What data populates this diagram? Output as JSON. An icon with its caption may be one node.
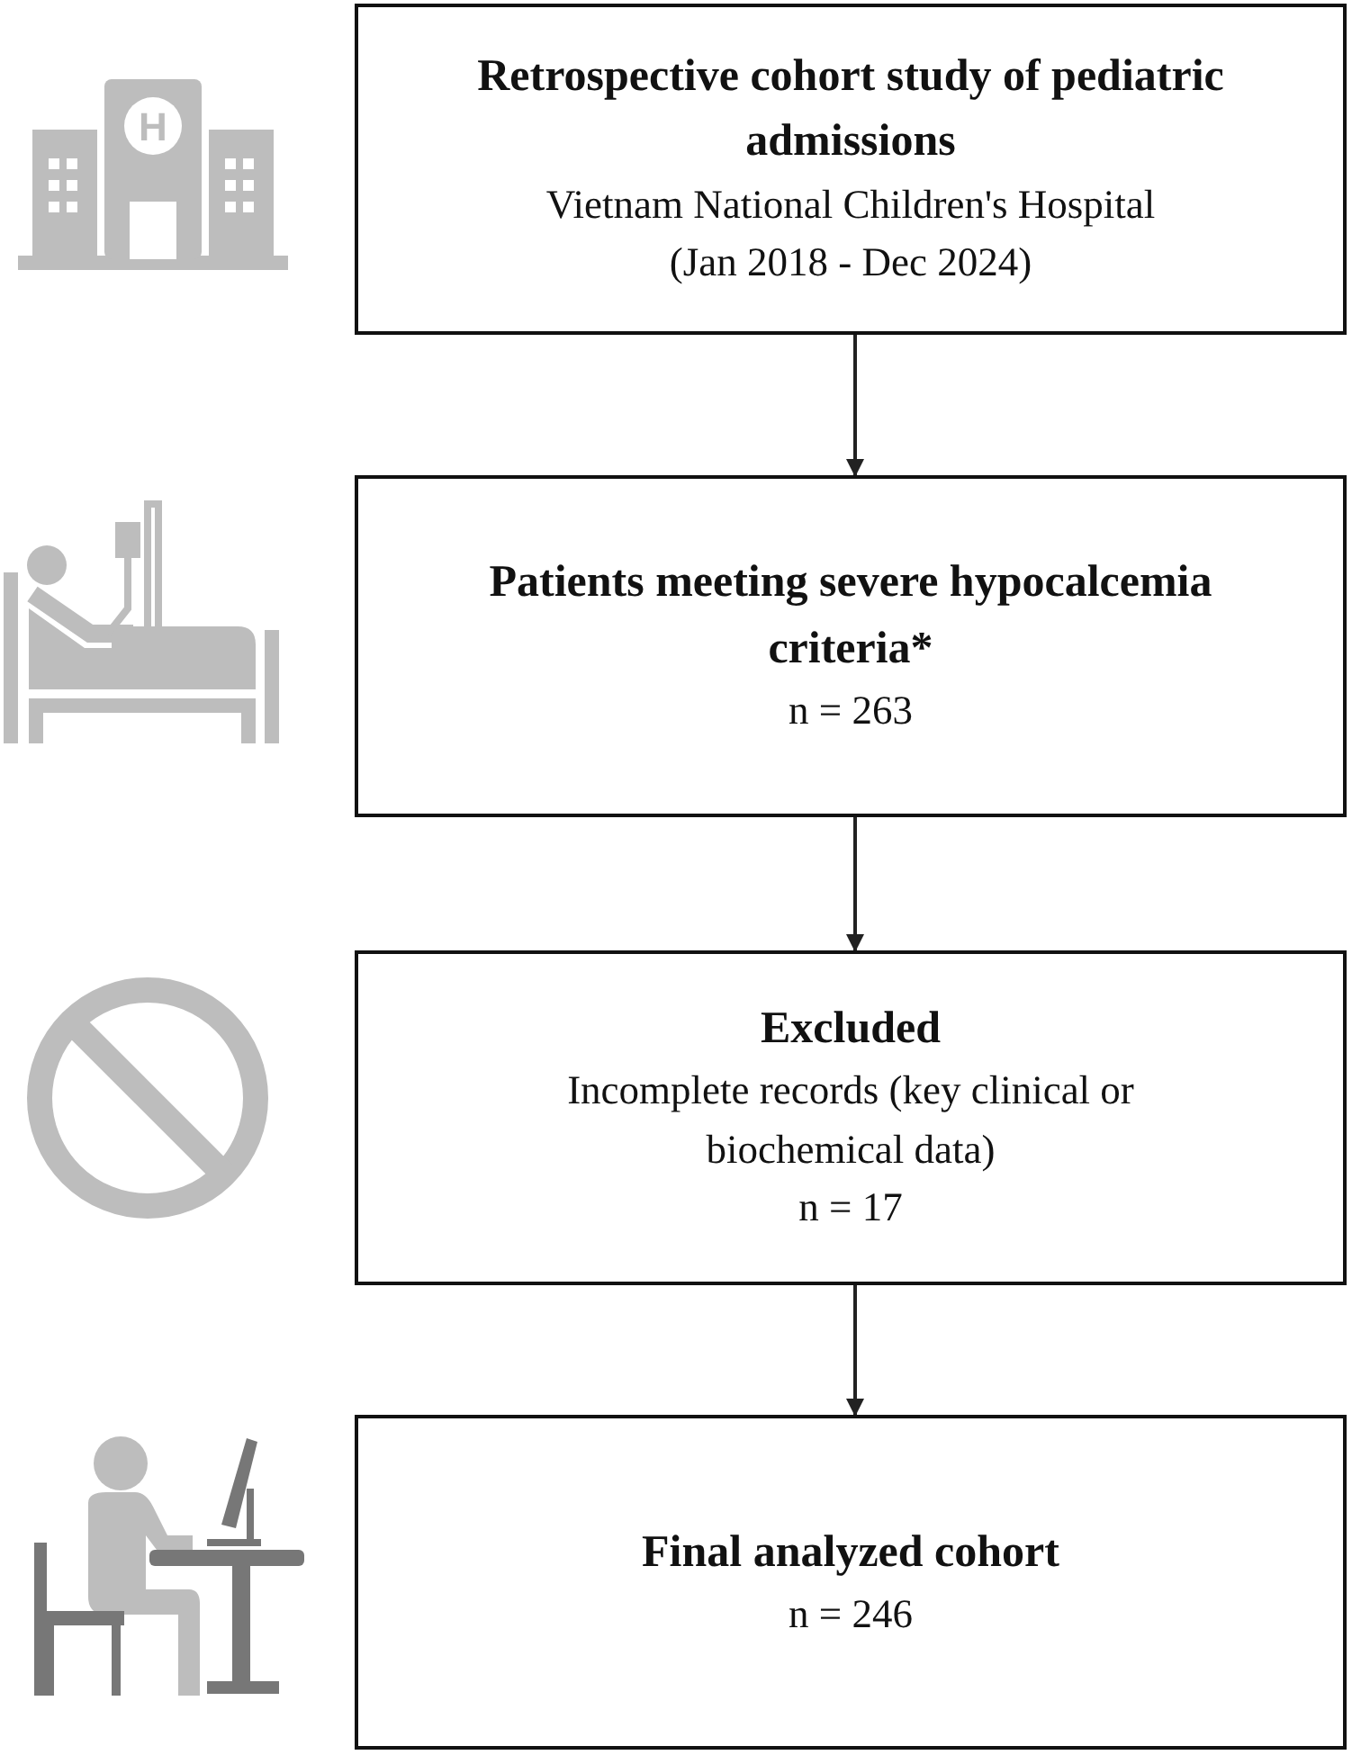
{
  "diagram": {
    "nodes": [
      {
        "text": [
          "Retrospective cohort study of pediatric admissions",
          "Vietnam National Children's Hospital",
          "(Jan 2018 - Dec 2024)"
        ]
      },
      {
        "text": [
          "Patients meeting severe hypocalcemia criteria*",
          "n = 263"
        ]
      },
      {
        "text": [
          "Excluded",
          "Incomplete records (key clinical or biochemical data)",
          "n = 17"
        ]
      },
      {
        "text": [
          "Final analyzed cohort",
          "n = 246"
        ]
      }
    ],
    "edges": [
      {
        "from": 0,
        "to": 1,
        "arrow": "to"
      },
      {
        "from": 1,
        "to": 2,
        "arrow": "to"
      },
      {
        "from": 2,
        "to": 3,
        "arrow": "to"
      }
    ],
    "labels": [
      "H"
    ]
  }
}
